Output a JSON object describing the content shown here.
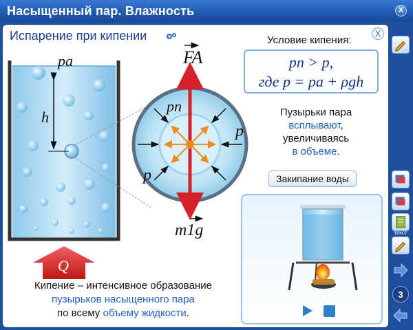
{
  "window": {
    "title": "Насыщенный пар. Влажность",
    "close_label": "X"
  },
  "panel": {
    "heading": "Испарение при кипении",
    "close_label": "X",
    "condition_title": "Условие кипения:",
    "formula_line1": "pn > p,",
    "formula_line2": "где p = pa + ρgh",
    "bubbles_text": {
      "part1": "Пузырьки пара",
      "part2": "всплывают",
      "part3": ",",
      "part4": "увеличиваясь",
      "part5": "в объеме",
      "part6": "."
    },
    "boil_button": "Закипание воды",
    "bottom_text": {
      "part1": "Кипение – интенсивное образование",
      "part2": "пузырьков насыщенного пара",
      "part3": "по всему",
      "part4": "объему жидкости",
      "part5": "."
    }
  },
  "diagram": {
    "label_pa": "pa",
    "label_h": "h",
    "label_FA": "FA",
    "label_pn": "pn",
    "label_p_right": "p",
    "label_p_left": "p",
    "label_mg": "m1g",
    "label_Q": "Q"
  },
  "sidebar": {
    "test_label": "ТЕКСТ",
    "page_number": "3"
  },
  "icons": [
    "gear-icon",
    "pencil-icon",
    "book-icon",
    "test-icon",
    "arrow-right-icon",
    "arrow-left-icon",
    "play-icon",
    "stop-icon"
  ],
  "colors": {
    "frame": "#1d4f9e",
    "accent_text": "#1e5ec2",
    "force_arrow": "#d8202a",
    "pressure_arrow": "#f08a1c"
  }
}
